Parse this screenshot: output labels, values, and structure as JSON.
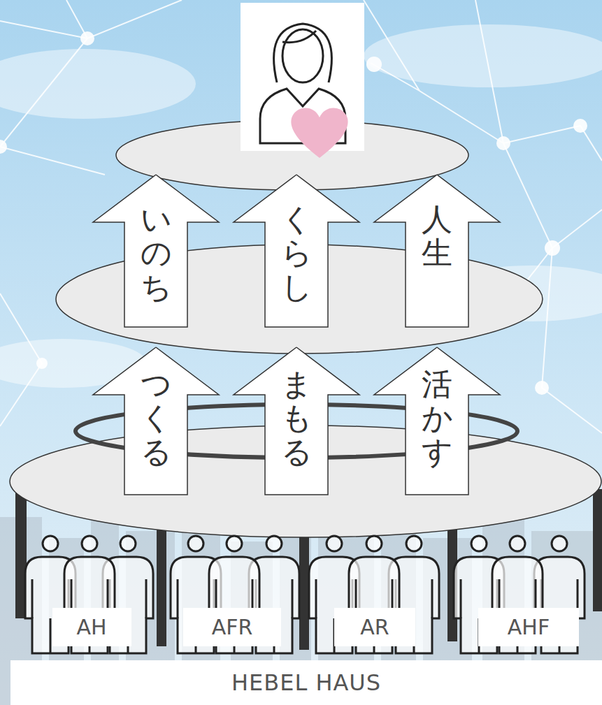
{
  "diagram": {
    "nodes": [
      {
        "text": [
          "いのち"
        ]
      },
      {
        "text": [
          "くらし"
        ]
      },
      {
        "text": [
          "人生"
        ]
      },
      {
        "text": [
          "つくる"
        ]
      },
      {
        "text": [
          "まもる"
        ]
      },
      {
        "text": [
          "活かす"
        ]
      },
      {
        "text": [
          "AH"
        ]
      },
      {
        "text": [
          "AFR"
        ]
      },
      {
        "text": [
          "AR"
        ]
      },
      {
        "text": [
          "AHF"
        ]
      },
      {
        "text": [
          "HEBEL HAUS"
        ]
      }
    ]
  }
}
